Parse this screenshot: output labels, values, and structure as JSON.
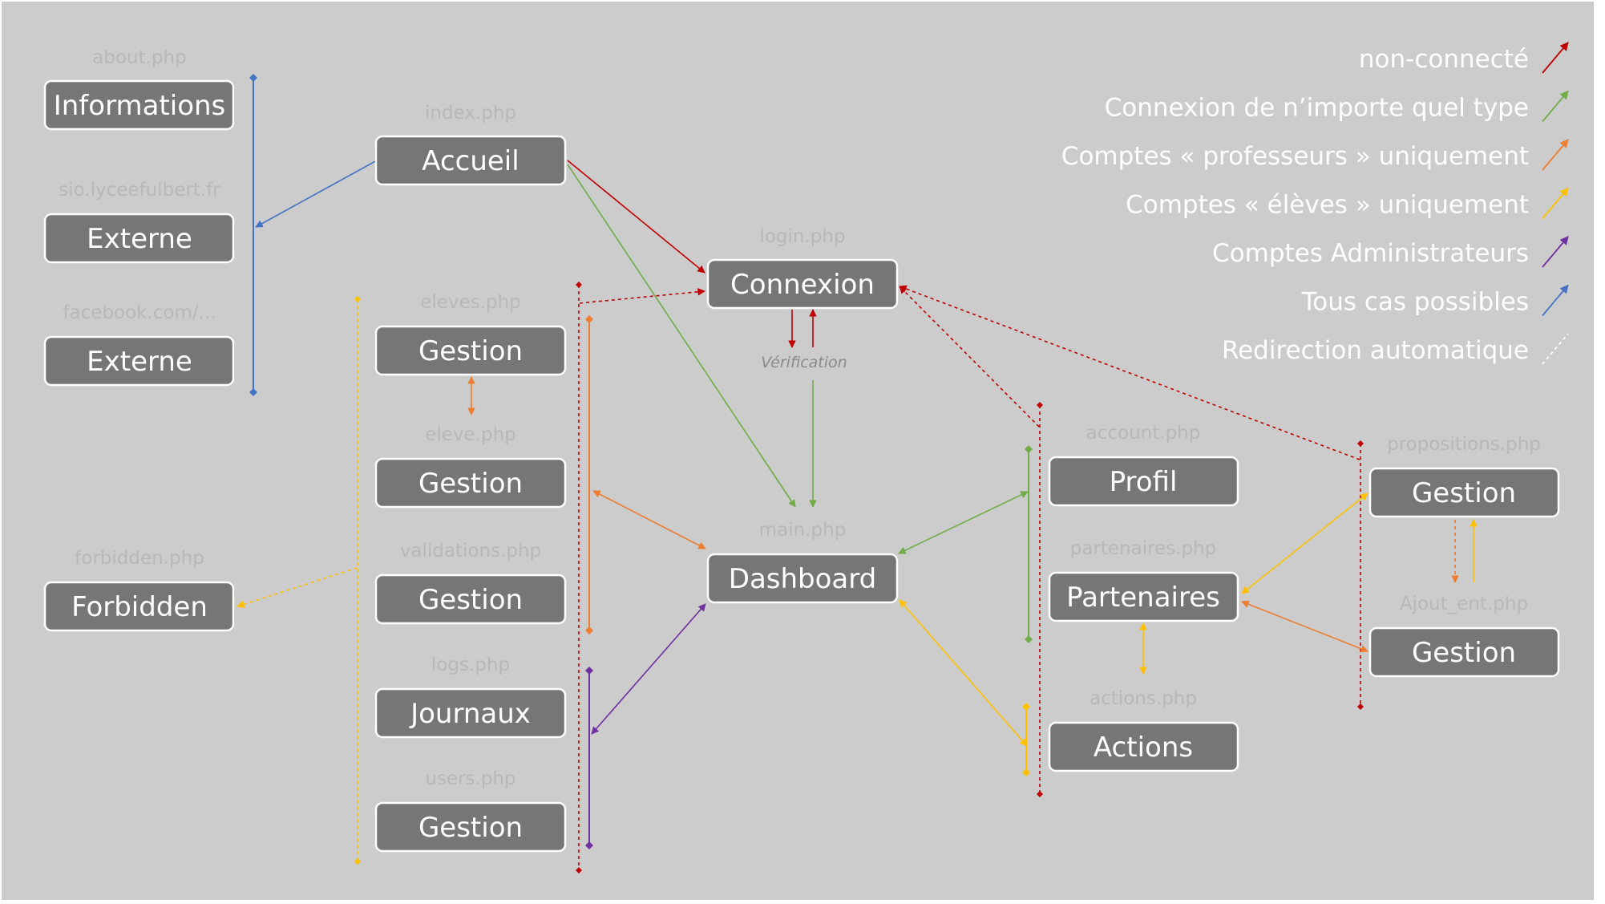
{
  "colors": {
    "background": "#cccccc",
    "node": "#767676",
    "non_connecte": "#c00000",
    "connexion": "#70ad47",
    "professeurs": "#ed7d31",
    "eleves": "#ffc000",
    "admins": "#7030a0",
    "tous": "#4472c4",
    "redirection": "#ffffff"
  },
  "nodes": {
    "informations": {
      "label": "Informations",
      "file": "about.php"
    },
    "externe_sio": {
      "label": "Externe",
      "file": "sio.lyceefulbert.fr"
    },
    "externe_fb": {
      "label": "Externe",
      "file": "facebook.com/..."
    },
    "forbidden": {
      "label": "Forbidden",
      "file": "forbidden.php"
    },
    "accueil": {
      "label": "Accueil",
      "file": "index.php"
    },
    "gestion_eleves": {
      "label": "Gestion",
      "file": "eleves.php"
    },
    "gestion_eleve": {
      "label": "Gestion",
      "file": "eleve.php"
    },
    "gestion_validations": {
      "label": "Gestion",
      "file": "validations.php"
    },
    "journaux": {
      "label": "Journaux",
      "file": "logs.php"
    },
    "gestion_users": {
      "label": "Gestion",
      "file": "users.php"
    },
    "connexion": {
      "label": "Connexion",
      "file": "login.php"
    },
    "dashboard": {
      "label": "Dashboard",
      "file": "main.php"
    },
    "profil": {
      "label": "Profil",
      "file": "account.php"
    },
    "partenaires": {
      "label": "Partenaires",
      "file": "partenaires.php"
    },
    "actions": {
      "label": "Actions",
      "file": "actions.php"
    },
    "gestion_propositions": {
      "label": "Gestion",
      "file": "propositions.php"
    },
    "gestion_ajout": {
      "label": "Gestion",
      "file": "Ajout_ent.php"
    }
  },
  "verification_label": "Vérification",
  "legend": [
    {
      "label": "non-connecté",
      "color": "#c00000",
      "style": "solid"
    },
    {
      "label": "Connexion de n’importe quel type",
      "color": "#70ad47",
      "style": "solid"
    },
    {
      "label": "Comptes « professeurs » uniquement",
      "color": "#ed7d31",
      "style": "solid"
    },
    {
      "label": "Comptes « élèves » uniquement",
      "color": "#ffc000",
      "style": "solid"
    },
    {
      "label": "Comptes Administrateurs",
      "color": "#7030a0",
      "style": "solid"
    },
    {
      "label": "Tous cas possibles",
      "color": "#4472c4",
      "style": "solid"
    },
    {
      "label": "Redirection automatique",
      "color": "#ffffff",
      "style": "dashed"
    }
  ]
}
